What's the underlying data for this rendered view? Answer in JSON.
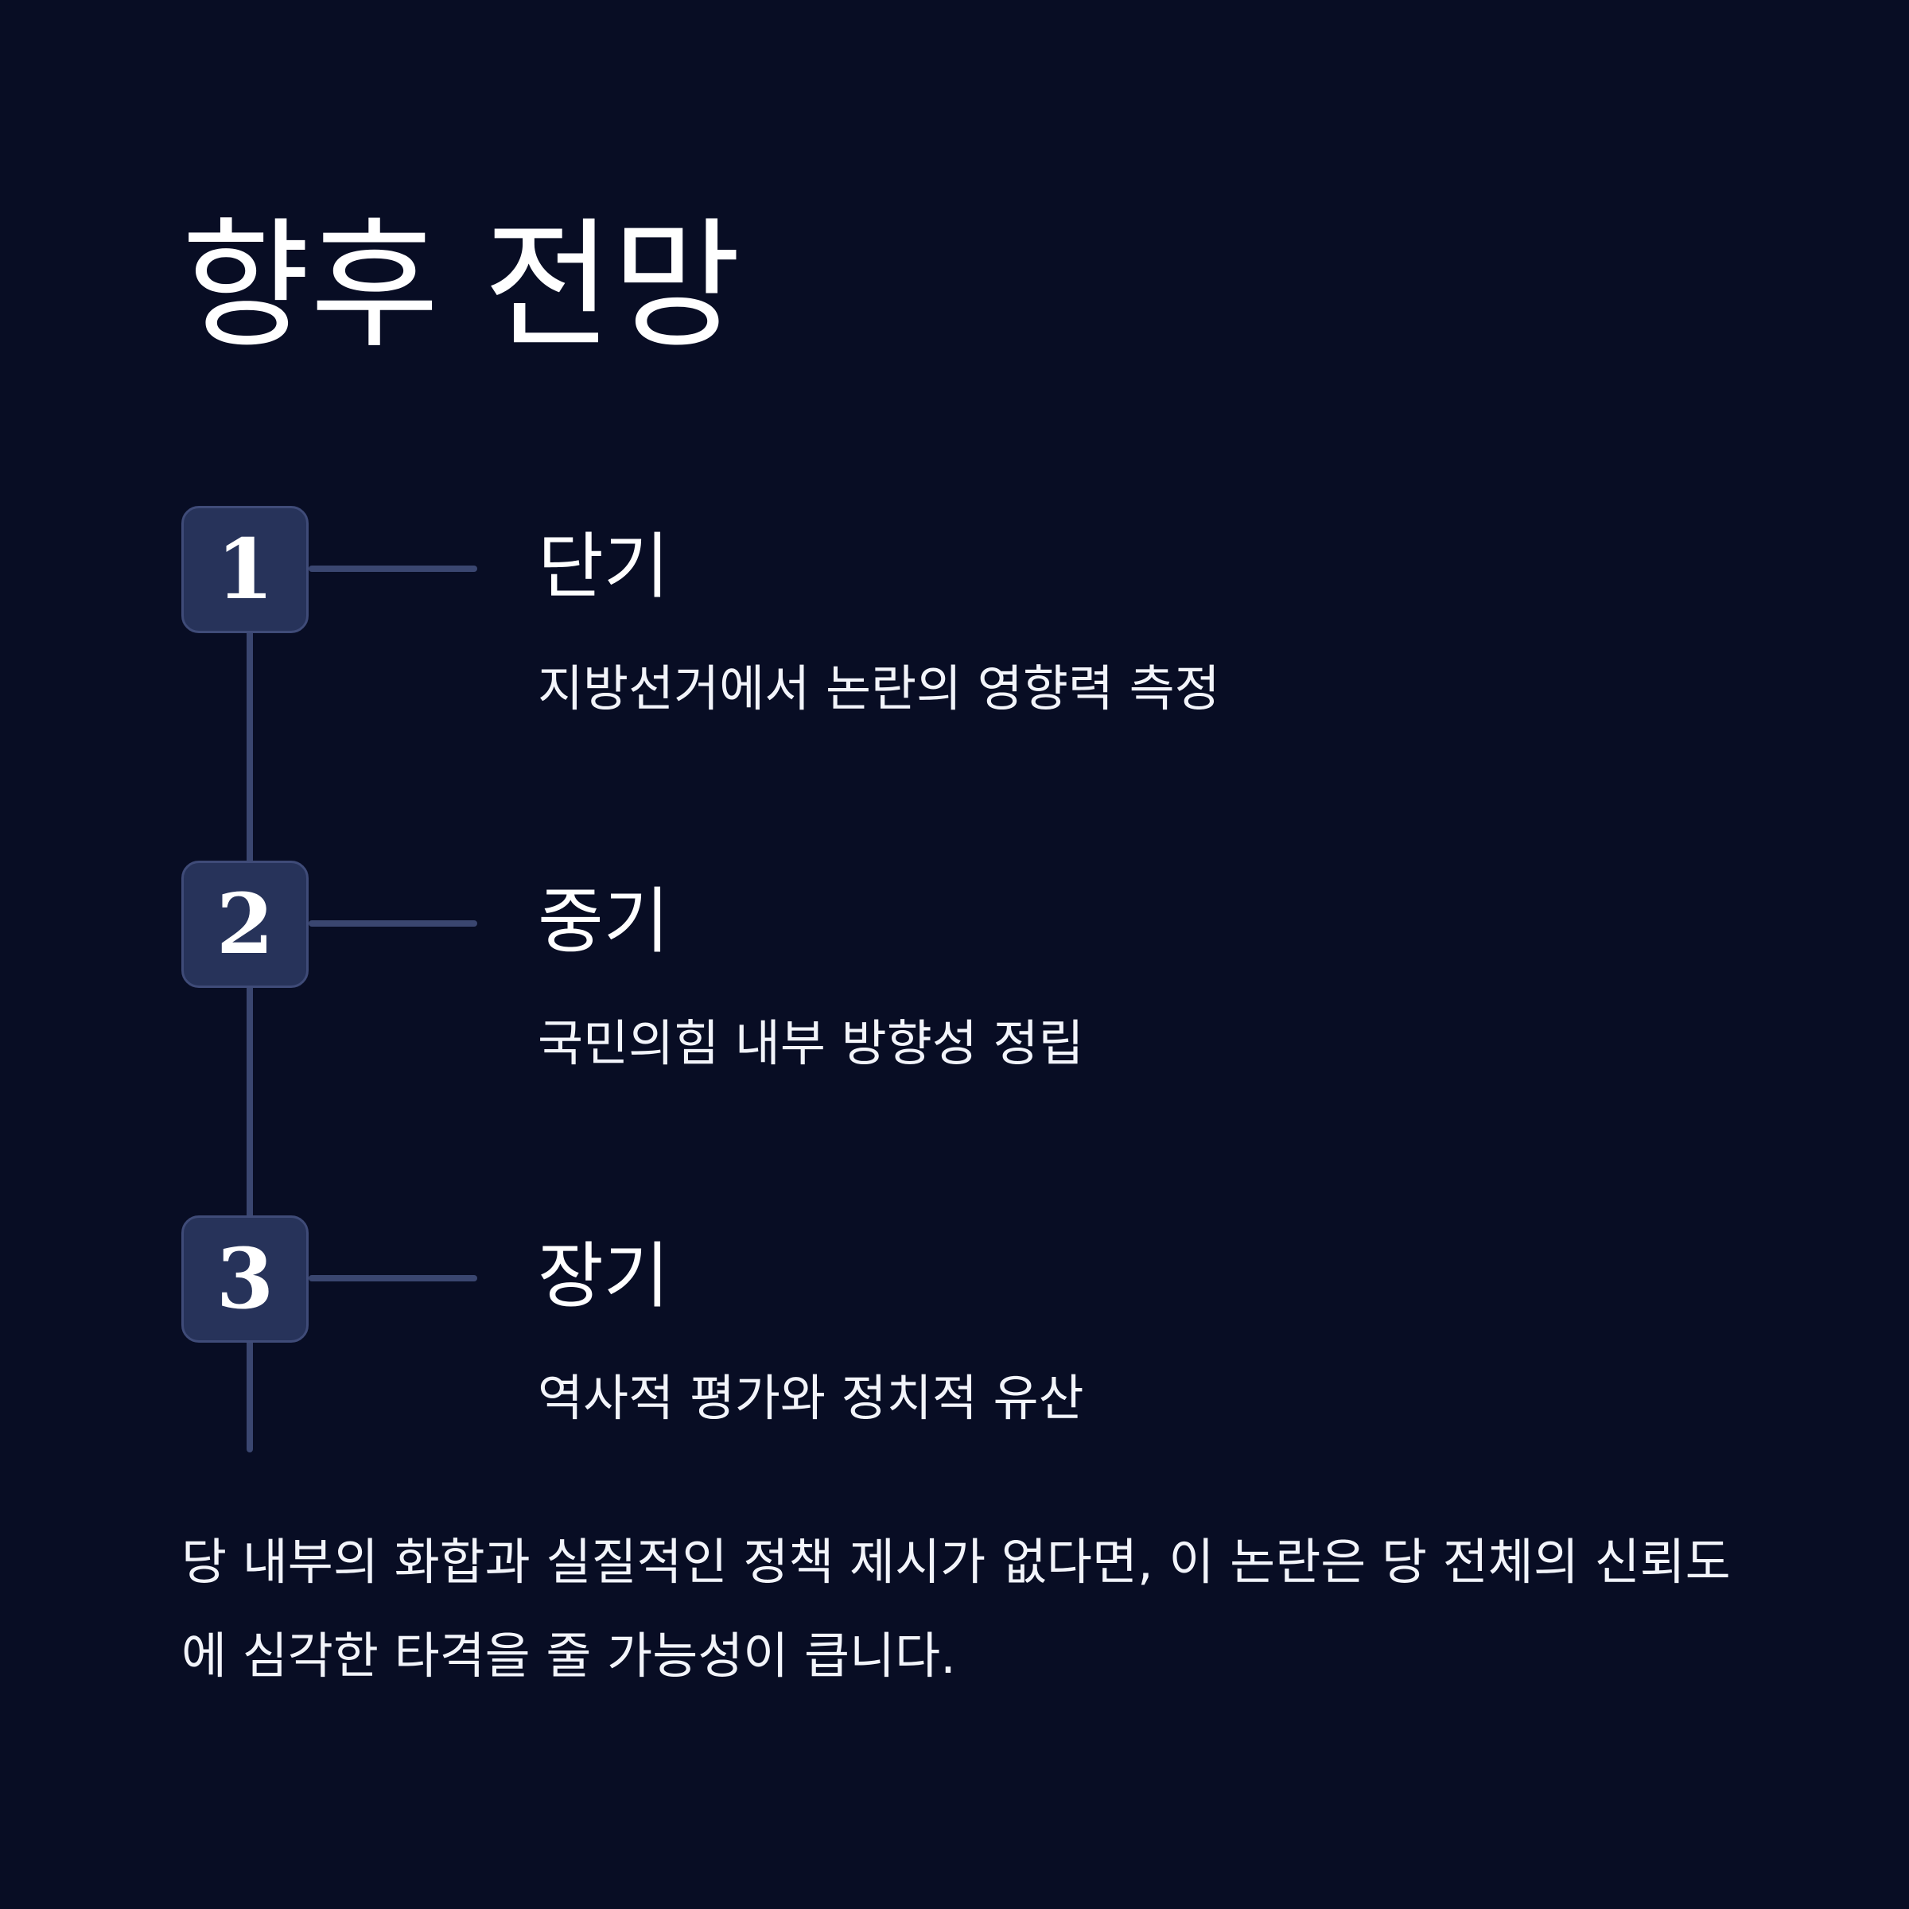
{
  "title": "향후 전망",
  "steps": [
    {
      "number": "1",
      "label": "단기",
      "description": "지방선거에서 논란의 영향력 측정"
    },
    {
      "number": "2",
      "label": "중기",
      "description": "국민의힘 내부 방향성 정립"
    },
    {
      "number": "3",
      "label": "장기",
      "description": "역사적 평가와 정치적 유산"
    }
  ],
  "conclusion": "당 내부의 화합과 실질적인 정책 제시가 없다면, 이 논란은 당 전체의 신뢰도에 심각한 타격을 줄 가능성이 큽니다.",
  "colors": {
    "background": "#080d24",
    "step_box": "#27335a",
    "line": "#3a4670",
    "text": "#ffffff"
  }
}
